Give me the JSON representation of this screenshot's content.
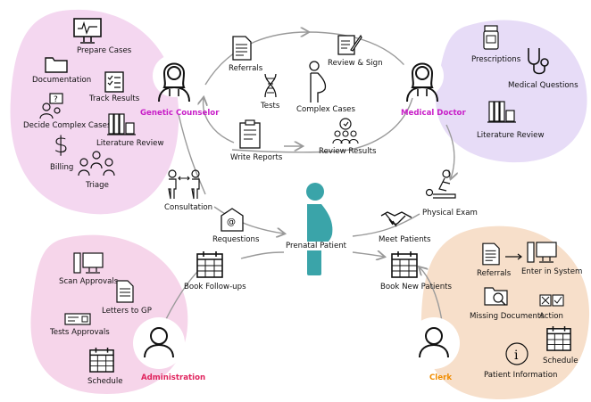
{
  "center": {
    "label": "Prenatal Patient"
  },
  "roles": {
    "genetic_counselor": {
      "label": "Genetic Counselor",
      "color": "#c81ec8"
    },
    "medical_doctor": {
      "label": "Medical Doctor",
      "color": "#c81ec8"
    },
    "administration": {
      "label": "Administration",
      "color": "#e0245e"
    },
    "clerk": {
      "label": "Clerk",
      "color": "#f08c00"
    }
  },
  "genetic_counselor_tasks": [
    "Prepare Cases",
    "Documentation",
    "Track Results",
    "Decide Complex Cases",
    "Literature Review",
    "Billing",
    "Triage"
  ],
  "medical_doctor_tasks": [
    "Prescriptions",
    "Medical Questions",
    "Literature Review"
  ],
  "administration_tasks": [
    "Scan Approvals",
    "Letters to GP",
    "Tests Approvals",
    "Schedule"
  ],
  "clerk_tasks": [
    "Referrals",
    "Enter in System",
    "Missing Documents",
    "Action",
    "Schedule",
    "Patient Information"
  ],
  "cycle_steps": [
    "Referrals",
    "Review & Sign",
    "Tests",
    "Complex Cases",
    "Write Reports",
    "Review Results"
  ],
  "flow_steps": [
    "Consultation",
    "Requestions",
    "Physical Exam",
    "Meet Patients",
    "Book Follow-ups",
    "Book New Patients"
  ],
  "colors": {
    "pink_blob": "#f4d7f0",
    "lavender_blob": "#e7dcf7",
    "admin_blob": "#f6d5ea",
    "clerk_blob": "#f7dfca",
    "patient": "#3aa4a9",
    "line": "#9a9a9a"
  }
}
